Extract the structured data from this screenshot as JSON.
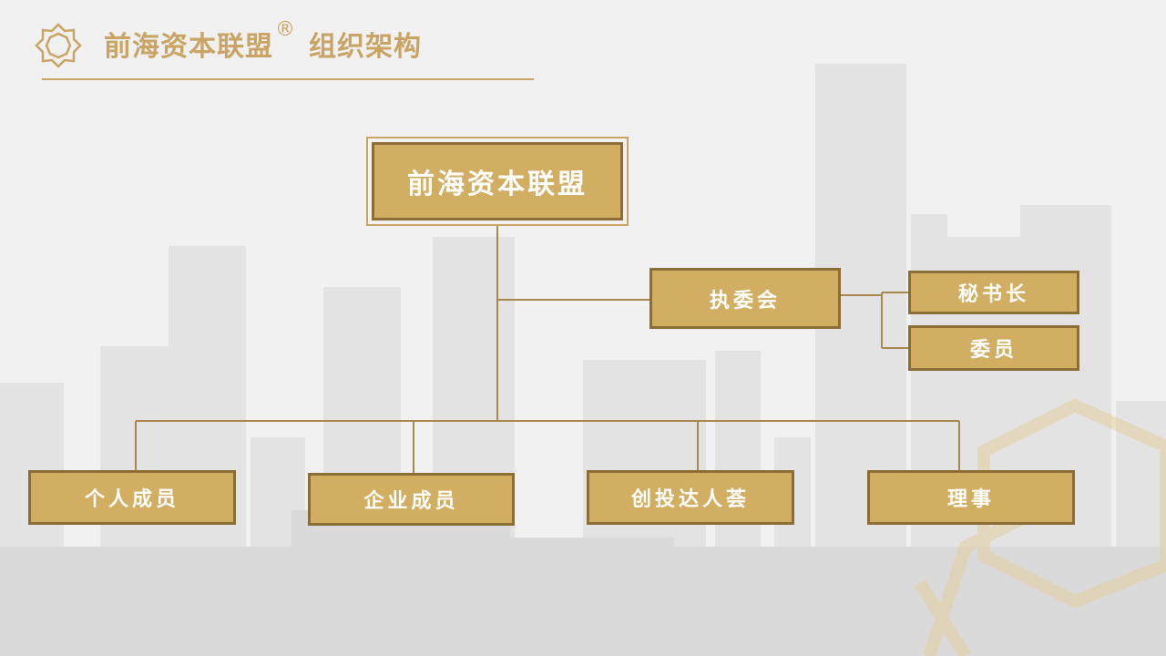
{
  "header": {
    "title_main": "前海资本联盟",
    "registered_mark": "®",
    "title_sub": "组织架构",
    "logo_icon": "star-polygon-logo-icon"
  },
  "org": {
    "root": "前海资本联盟",
    "executive": "执委会",
    "executive_children": [
      "秘书长",
      "委员"
    ],
    "members": [
      "个人成员",
      "企业成员",
      "创投达人荟",
      "理事"
    ]
  },
  "colors": {
    "gold": "#d2ae62",
    "gold_border": "#8c6d35",
    "line": "#a8884e",
    "accent": "#c9a464"
  }
}
